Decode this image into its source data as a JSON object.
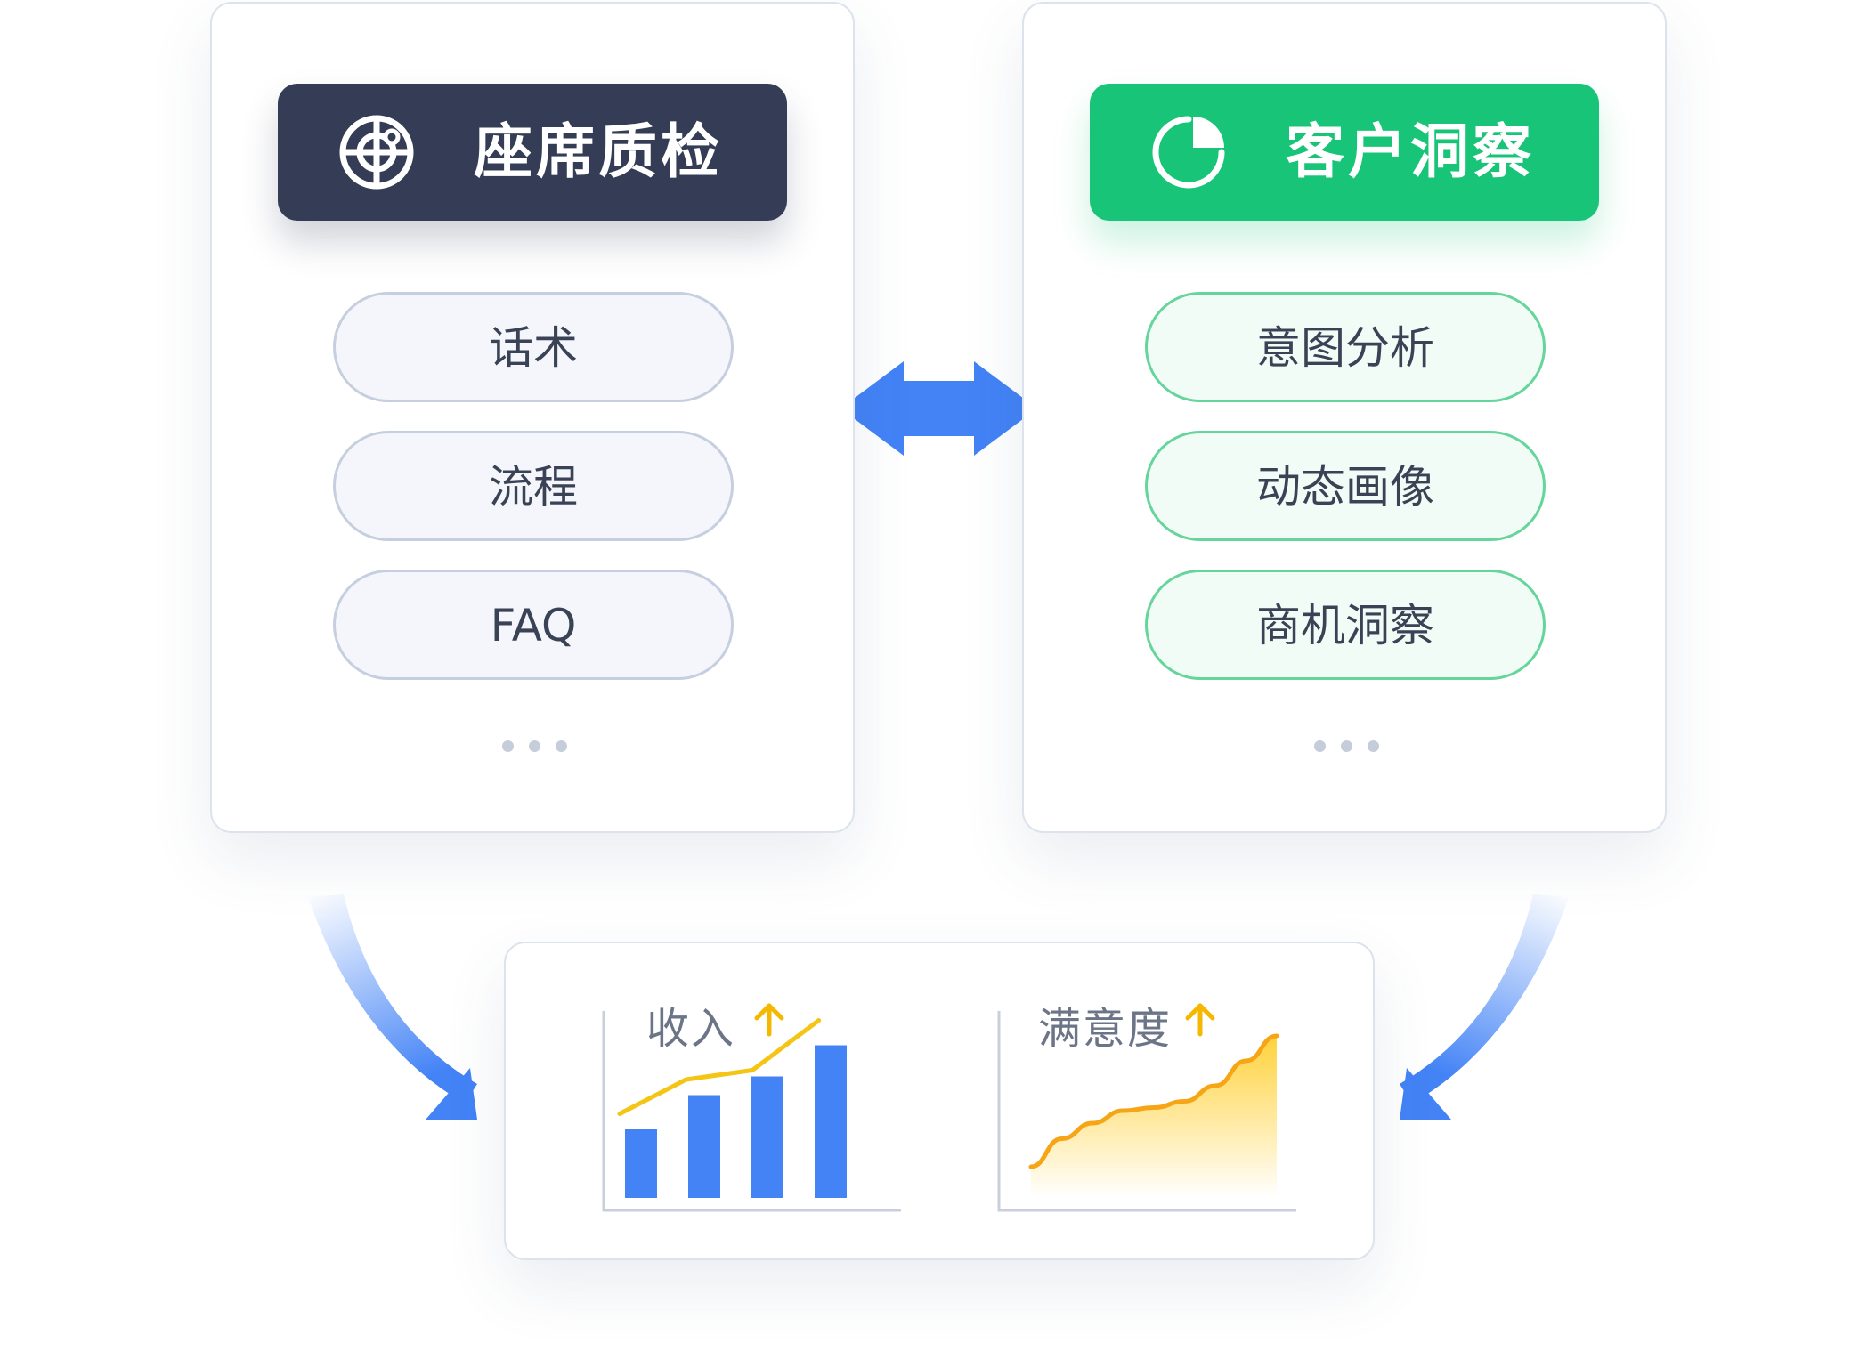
{
  "left_panel": {
    "title": "座席质检",
    "icon": "target-radar-icon",
    "header_color": "#343d55",
    "items": [
      {
        "label": "话术"
      },
      {
        "label": "流程"
      },
      {
        "label": "FAQ"
      }
    ],
    "more": "more-dots"
  },
  "right_panel": {
    "title": "客户洞察",
    "icon": "pie-chart-icon",
    "header_color": "#18c477",
    "items": [
      {
        "label": "意图分析"
      },
      {
        "label": "动态画像"
      },
      {
        "label": "商机洞察"
      }
    ],
    "more": "more-dots"
  },
  "connectors": {
    "bidirectional_arrow_color": "#4383f6",
    "curved_arrow_color": "#4383f6"
  },
  "results": {
    "revenue": {
      "label": "收入",
      "trend_icon": "arrow-up-icon",
      "trend_color": "#f5b800"
    },
    "satisfaction": {
      "label": "满意度",
      "trend_icon": "arrow-up-icon",
      "trend_color": "#f5b800"
    }
  },
  "chart_data": [
    {
      "type": "bar",
      "title": "收入",
      "categories": [
        "",
        "",
        "",
        ""
      ],
      "values": [
        22,
        33,
        39,
        49
      ],
      "trend_line": [
        27,
        38,
        41,
        57
      ],
      "ylim": [
        0,
        60
      ],
      "bar_color": "#4383f6",
      "line_color": "#f5c516",
      "grid": false
    },
    {
      "type": "area",
      "title": "满意度",
      "x": [
        0,
        1,
        2,
        3,
        4,
        5,
        6,
        7,
        8
      ],
      "values": [
        10,
        19,
        24,
        28,
        29,
        31,
        36,
        44,
        52
      ],
      "ylim": [
        0,
        60
      ],
      "line_color": "#f5a516",
      "fill_color": "#ffd23c",
      "grid": false
    }
  ]
}
